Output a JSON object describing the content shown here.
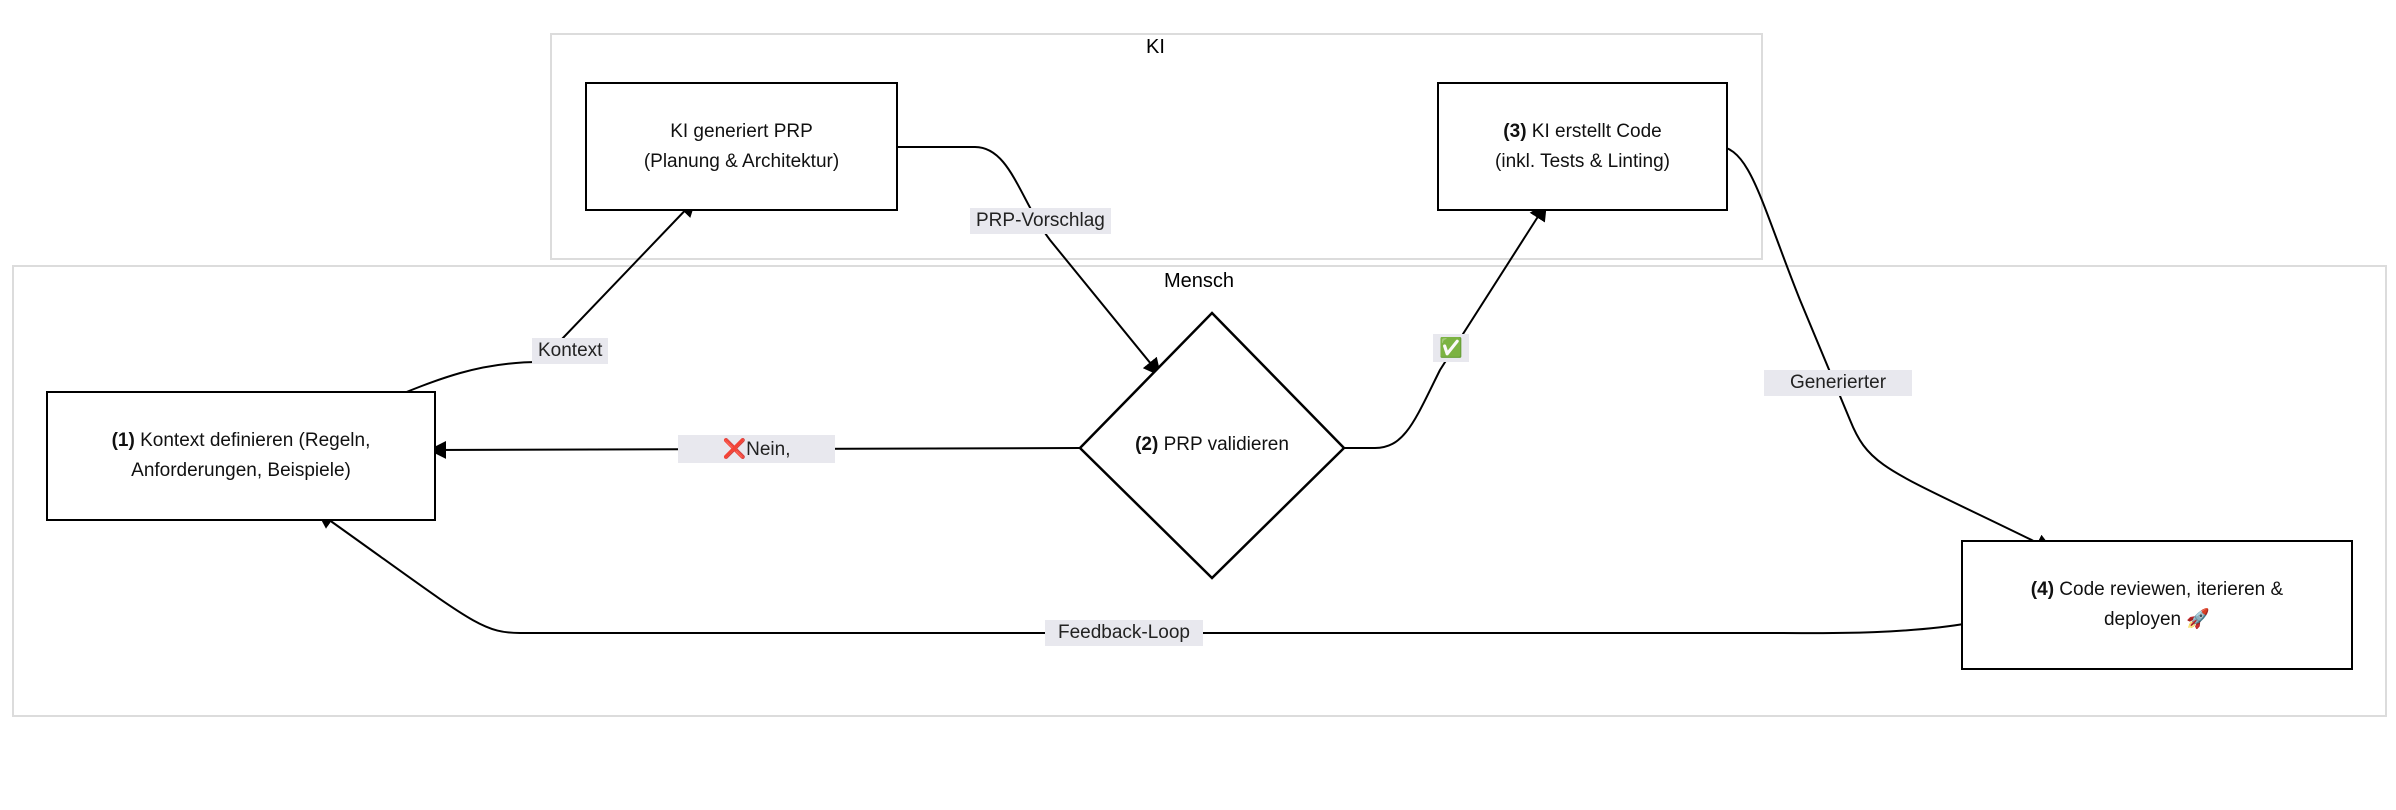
{
  "groups": {
    "ki": {
      "title": "KI"
    },
    "mensch": {
      "title": "Mensch"
    }
  },
  "nodes": {
    "ki_prp": {
      "line1": "KI generiert PRP",
      "line2": "(Planung & Architektur)"
    },
    "ki_code": {
      "step": "(3)",
      "line1": " KI erstellt Code",
      "line2": "(inkl. Tests & Linting)"
    },
    "kontext": {
      "step": "(1)",
      "line1": " Kontext definieren (Regeln,",
      "line2": "Anforderungen, Beispiele)"
    },
    "validieren": {
      "step": "(2)",
      "text": " PRP validieren"
    },
    "review": {
      "step": "(4)",
      "line1": " Code reviewen, iterieren &",
      "line2": "deployen 🚀"
    }
  },
  "edge_labels": {
    "kontext": "Kontext",
    "prp_vorschlag": "PRP-Vorschlag",
    "ja": "✅",
    "nein": "❌Nein,",
    "generierter": "Generierter",
    "feedback": "Feedback-Loop"
  },
  "colors": {
    "stroke": "#000000",
    "group_border": "#dcdcdc",
    "label_bg": "#e8e8ee"
  }
}
